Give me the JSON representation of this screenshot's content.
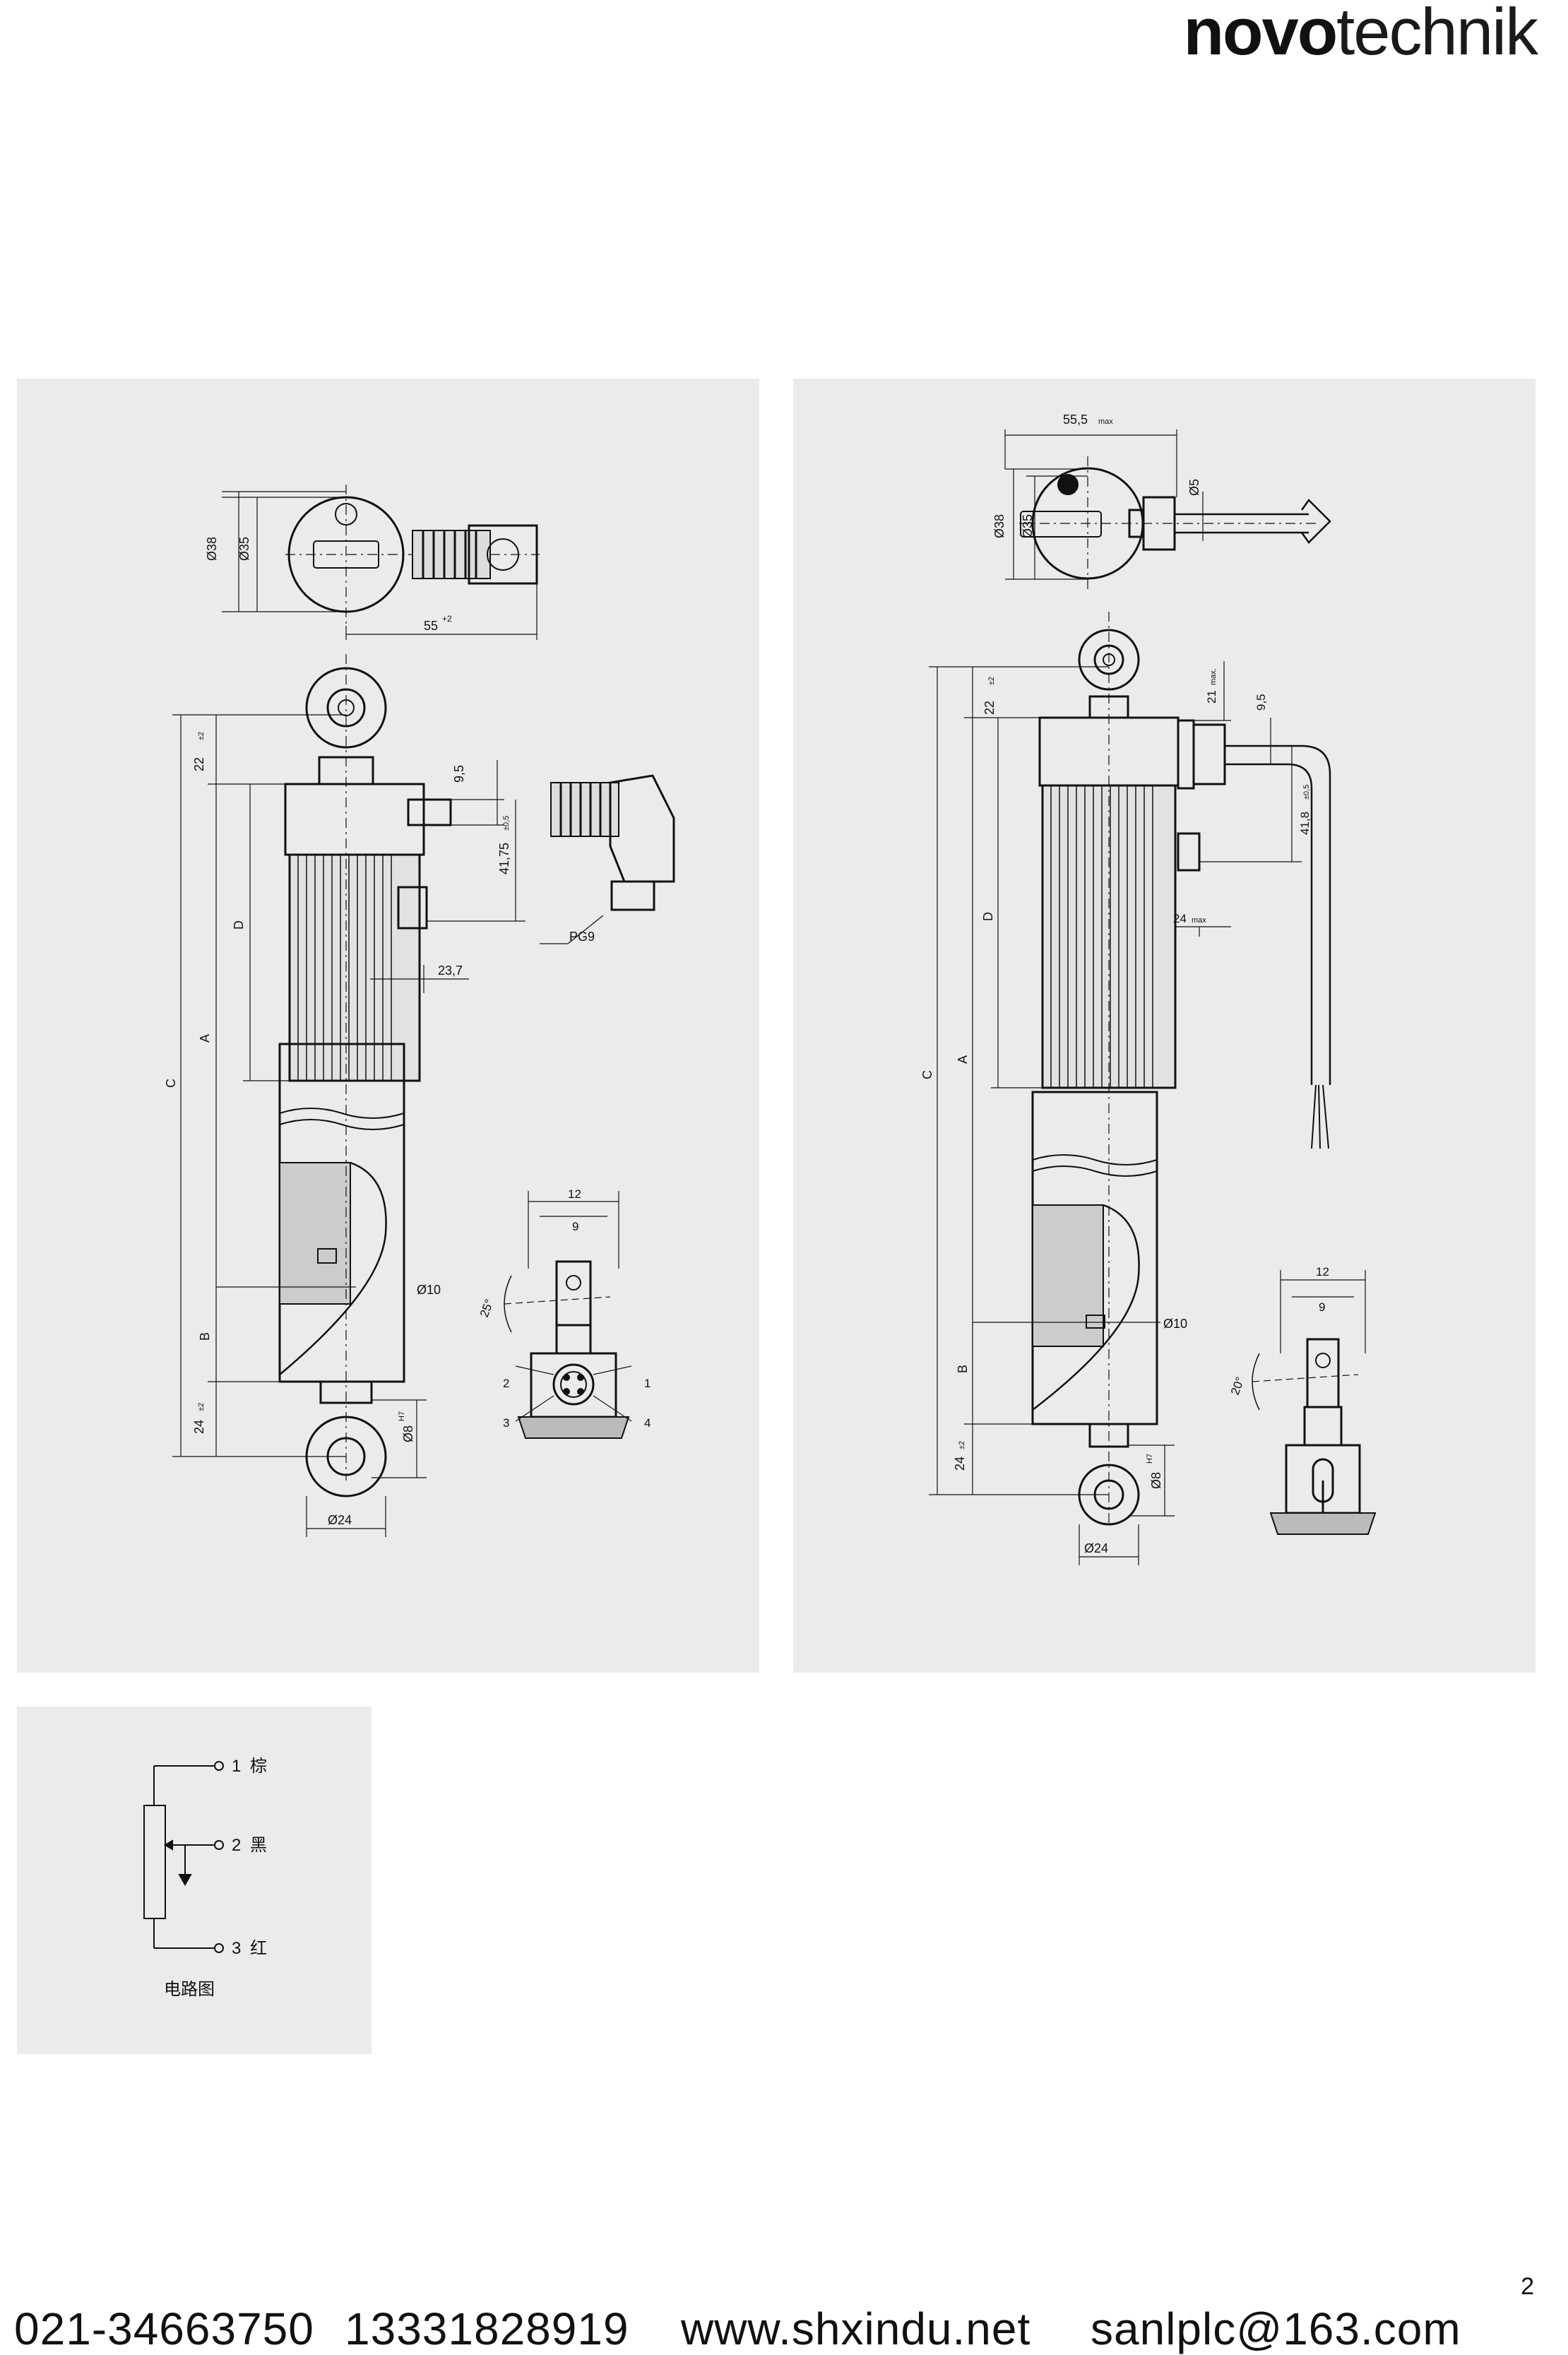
{
  "brand": {
    "bold": "novo",
    "light": "technik"
  },
  "page_number": "2",
  "left_drawing": {
    "d38": "Ø38",
    "d35": "Ø35",
    "w55": "55",
    "w55_tol": "+2",
    "d22": "22",
    "d22_tol": "±2",
    "d9_5": "9,5",
    "d41_75": "41,75",
    "d41_75_tol": "±0,5",
    "pg9": "PG9",
    "d23_7": "23,7",
    "lbl_D": "D",
    "lbl_A": "A",
    "lbl_C": "C",
    "lbl_B": "B",
    "d10": "Ø10",
    "d24": "24",
    "d24_tol": "±2",
    "d8": "Ø8",
    "d8_tol": "H7",
    "d24_eye": "Ø24",
    "w12": "12",
    "w9": "9",
    "ang25": "25°",
    "pin1": "1",
    "pin2": "2",
    "pin3": "3",
    "pin4": "4"
  },
  "right_drawing": {
    "w55_5": "55,5",
    "w55_5_tol": "max",
    "d38": "Ø38",
    "d35": "Ø35",
    "d5": "Ø5",
    "d22": "22",
    "d22_tol": "±2",
    "d21": "21",
    "d21_tol": "max.",
    "d9_5": "9,5",
    "d41_8": "41,8",
    "d41_8_tol": "±0,5",
    "d24max": "24",
    "d24max_tol": "max",
    "lbl_D": "D",
    "lbl_A": "A",
    "lbl_C": "C",
    "lbl_B": "B",
    "d10": "Ø10",
    "d24": "24",
    "d24_tol": "±2",
    "d8": "Ø8",
    "d8_tol": "H7",
    "d24_eye": "Ø24",
    "w12": "12",
    "w9": "9",
    "ang20": "20°"
  },
  "circuit": {
    "pin1": "1",
    "pin1_color": "棕",
    "pin2": "2",
    "pin2_color": "黑",
    "pin3": "3",
    "pin3_color": "红",
    "caption": "电路图"
  },
  "contact": {
    "phone1": "021-34663750",
    "phone2": "13331828919",
    "website": "www.shxindu.net",
    "email": "sanlplc@163.com"
  },
  "colors": {
    "panel_bg": "#ebebeb",
    "ink": "#111111"
  }
}
